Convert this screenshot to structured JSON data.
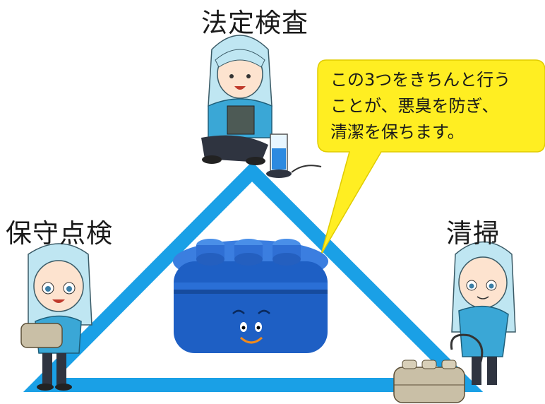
{
  "diagram": {
    "top_label": "法定検査",
    "left_label": "保守点検",
    "right_label": "清掃",
    "bubble_lines": [
      "この3つをきちんと行う",
      "ことが、悪臭を防ぎ、",
      "清潔を保ちます。"
    ]
  },
  "colors": {
    "triangle": "#1aa0e6",
    "bubble": "#ffee22",
    "tank": "#1e5fc4",
    "character_hair": "#bfe6f2",
    "character_jacket": "#3aa7d6"
  },
  "icons": [
    "septic-tank-icon",
    "character-inspector-icon",
    "character-maintenance-icon",
    "character-cleaning-icon",
    "water-sample-cup-icon",
    "small-septic-tank-icon"
  ]
}
